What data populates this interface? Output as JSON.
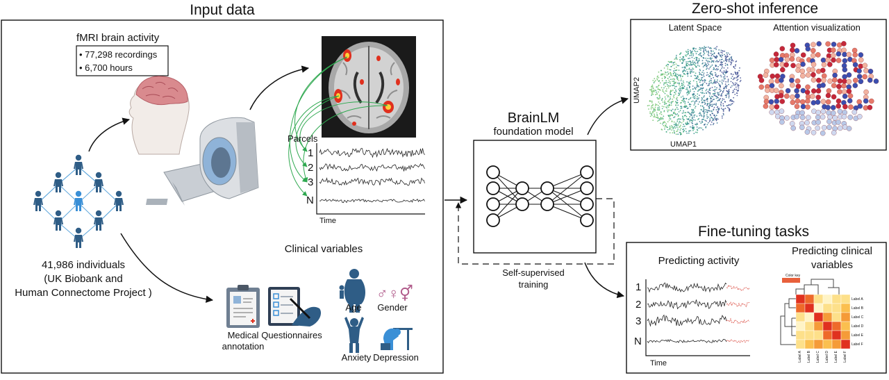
{
  "input": {
    "title": "Input data",
    "fmri_title": "fMRI brain activity",
    "fmri_items": [
      "• 77,298 recordings",
      "• 6,700 hours"
    ],
    "population": [
      "41,986 individuals",
      "(UK Biobank and",
      "Human Connectome Project )"
    ],
    "parcels_label": "Parcels",
    "parcel_ids": [
      "1",
      "2",
      "3",
      "N"
    ],
    "time_label": "Time",
    "clinical_title": "Clinical variables",
    "clinical_labels": {
      "medical": [
        "Medical",
        "annotation"
      ],
      "questionnaires": "Questionnaires",
      "age": "Age",
      "gender": "Gender",
      "gender_symbols": "♂♀⚥",
      "anxiety": "Anxiety",
      "depression": "Depression"
    }
  },
  "model": {
    "name": "BrainLM",
    "subtitle": "foundation model",
    "training": [
      "Self-supervised",
      "training"
    ]
  },
  "zero_shot": {
    "title": "Zero-shot inference",
    "latent": "Latent Space",
    "attention": "Attention visualization",
    "umap_x": "UMAP1",
    "umap_y": "UMAP2"
  },
  "fine_tuning": {
    "title": "Fine-tuning tasks",
    "activity": "Predicting activity",
    "clinical": [
      "Predicting clinical",
      "variables"
    ],
    "row_ids": [
      "1",
      "2",
      "3",
      "N"
    ],
    "time_label": "Time",
    "heatmap_key": "Color key",
    "heatmap_labels": [
      "Label A",
      "Label B",
      "Label C",
      "Label D",
      "Label E",
      "Label F"
    ]
  },
  "colors": {
    "ink": "#111111",
    "green_arrow": "#2ea84f",
    "person_blue": "#2f5d86",
    "person_highlight": "#3a8fd6",
    "brain_red": "#e0301e",
    "forecast_red": "#d9463b"
  }
}
